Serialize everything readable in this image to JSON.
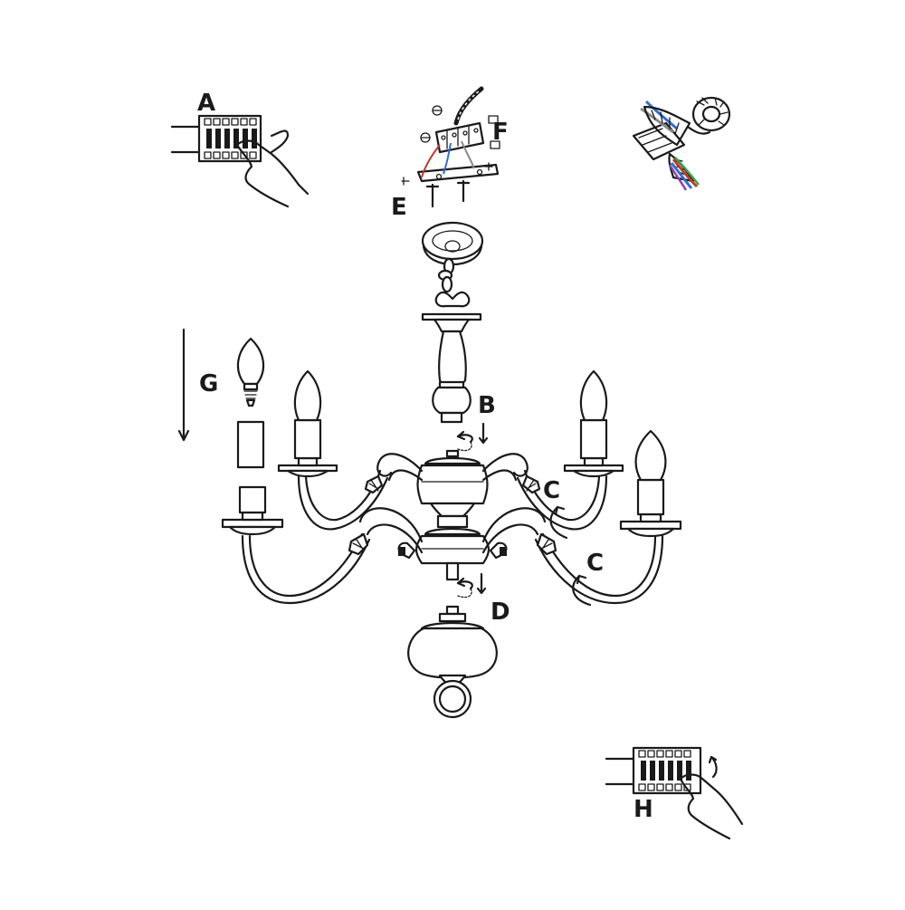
{
  "labels": {
    "a": "A",
    "b": "B",
    "c1": "C",
    "c2": "C",
    "d": "D",
    "e": "E",
    "f": "F",
    "g": "G",
    "h": "H"
  },
  "colors": {
    "line": "#1a1a1a",
    "background": "#ffffff",
    "wire_red": "#c0392b",
    "wire_blue": "#2e6fd1",
    "wire_green": "#3aa64a",
    "wire_purple": "#8e44ad",
    "wire_gray": "#8a8a8a"
  }
}
